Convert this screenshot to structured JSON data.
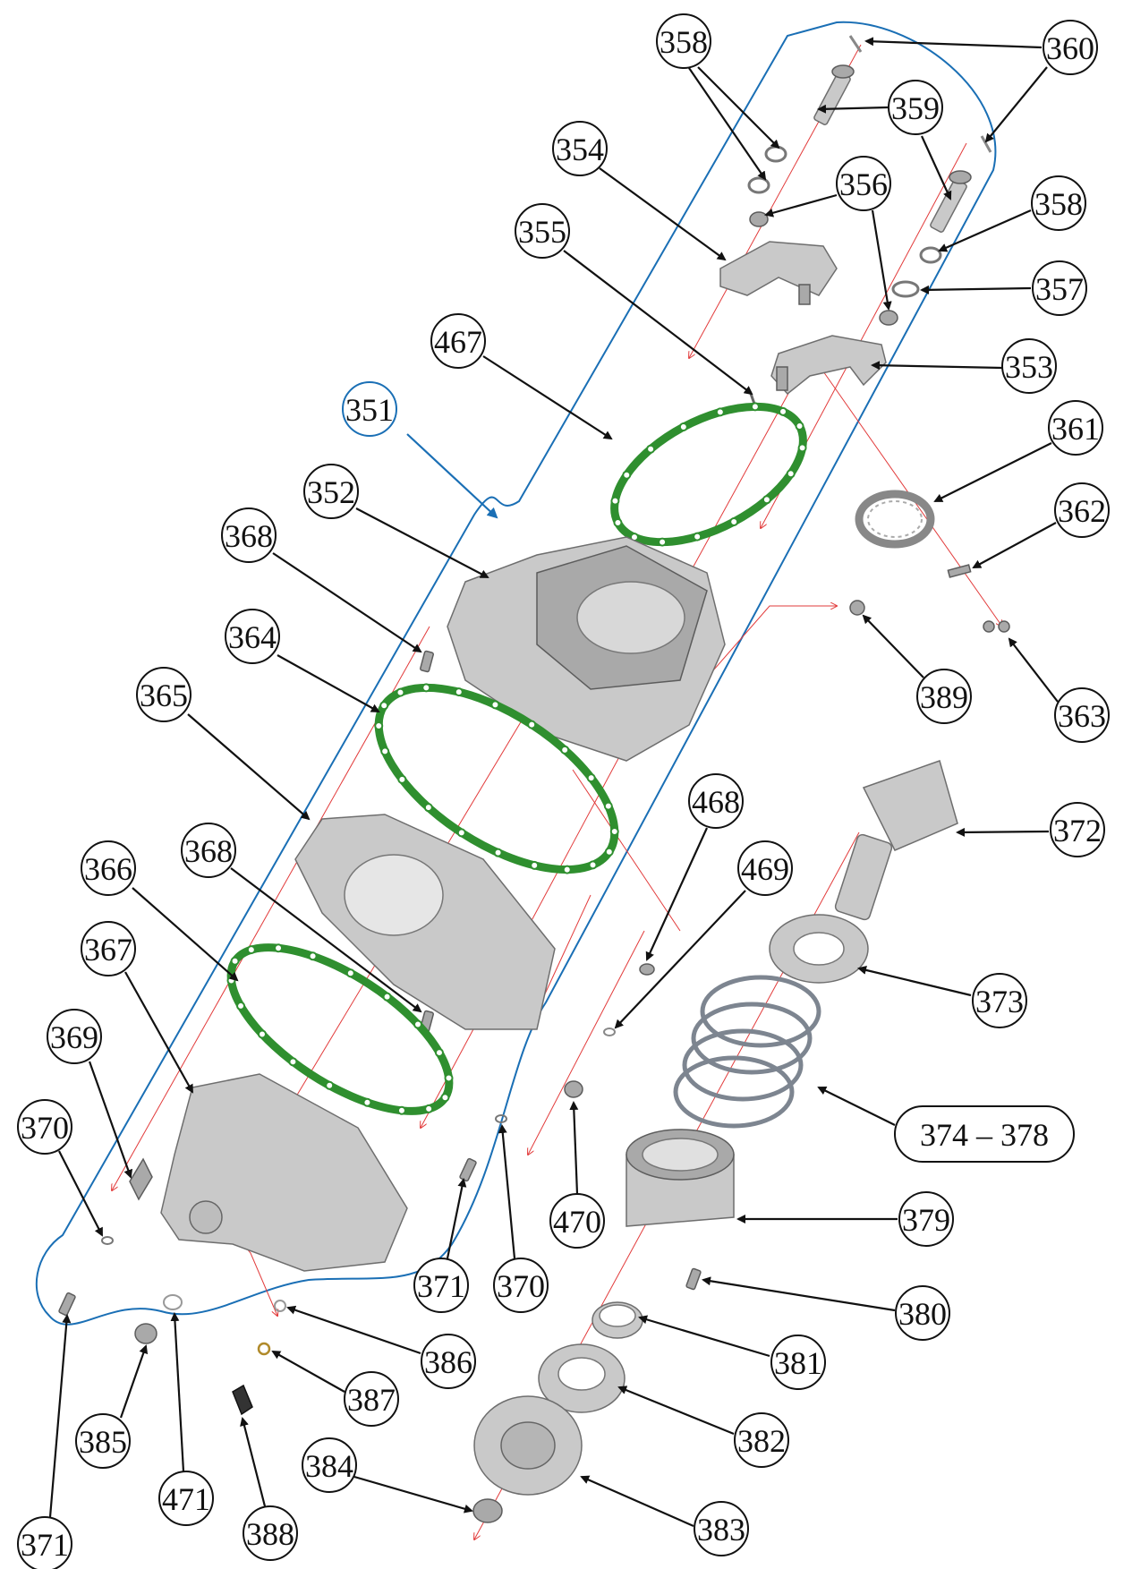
{
  "colors": {
    "gasket": "#2f8f2f",
    "boundary": "#1a6fb5",
    "axis": "#e23b3b",
    "metal": "#c9c9c9"
  },
  "callouts": [
    {
      "id": "c351",
      "label": "351",
      "style": "blue"
    },
    {
      "id": "c352",
      "label": "352"
    },
    {
      "id": "c353",
      "label": "353"
    },
    {
      "id": "c354",
      "label": "354"
    },
    {
      "id": "c355",
      "label": "355"
    },
    {
      "id": "c356",
      "label": "356"
    },
    {
      "id": "c357",
      "label": "357"
    },
    {
      "id": "c358a",
      "label": "358"
    },
    {
      "id": "c358b",
      "label": "358"
    },
    {
      "id": "c359",
      "label": "359"
    },
    {
      "id": "c360",
      "label": "360"
    },
    {
      "id": "c361",
      "label": "361"
    },
    {
      "id": "c362",
      "label": "362"
    },
    {
      "id": "c363",
      "label": "363"
    },
    {
      "id": "c364",
      "label": "364"
    },
    {
      "id": "c365",
      "label": "365"
    },
    {
      "id": "c366",
      "label": "366"
    },
    {
      "id": "c367",
      "label": "367"
    },
    {
      "id": "c368a",
      "label": "368"
    },
    {
      "id": "c368b",
      "label": "368"
    },
    {
      "id": "c369",
      "label": "369"
    },
    {
      "id": "c370a",
      "label": "370"
    },
    {
      "id": "c370b",
      "label": "370"
    },
    {
      "id": "c371a",
      "label": "371"
    },
    {
      "id": "c371b",
      "label": "371"
    },
    {
      "id": "c372",
      "label": "372"
    },
    {
      "id": "c373",
      "label": "373"
    },
    {
      "id": "c374",
      "label": "374 – 378",
      "shape": "pill"
    },
    {
      "id": "c379",
      "label": "379"
    },
    {
      "id": "c380",
      "label": "380"
    },
    {
      "id": "c381",
      "label": "381"
    },
    {
      "id": "c382",
      "label": "382"
    },
    {
      "id": "c383",
      "label": "383"
    },
    {
      "id": "c384",
      "label": "384"
    },
    {
      "id": "c385",
      "label": "385"
    },
    {
      "id": "c386",
      "label": "386"
    },
    {
      "id": "c387",
      "label": "387"
    },
    {
      "id": "c388",
      "label": "388"
    },
    {
      "id": "c389",
      "label": "389"
    },
    {
      "id": "c467",
      "label": "467"
    },
    {
      "id": "c468",
      "label": "468"
    },
    {
      "id": "c469",
      "label": "469"
    },
    {
      "id": "c470",
      "label": "470"
    },
    {
      "id": "c471",
      "label": "471"
    }
  ]
}
